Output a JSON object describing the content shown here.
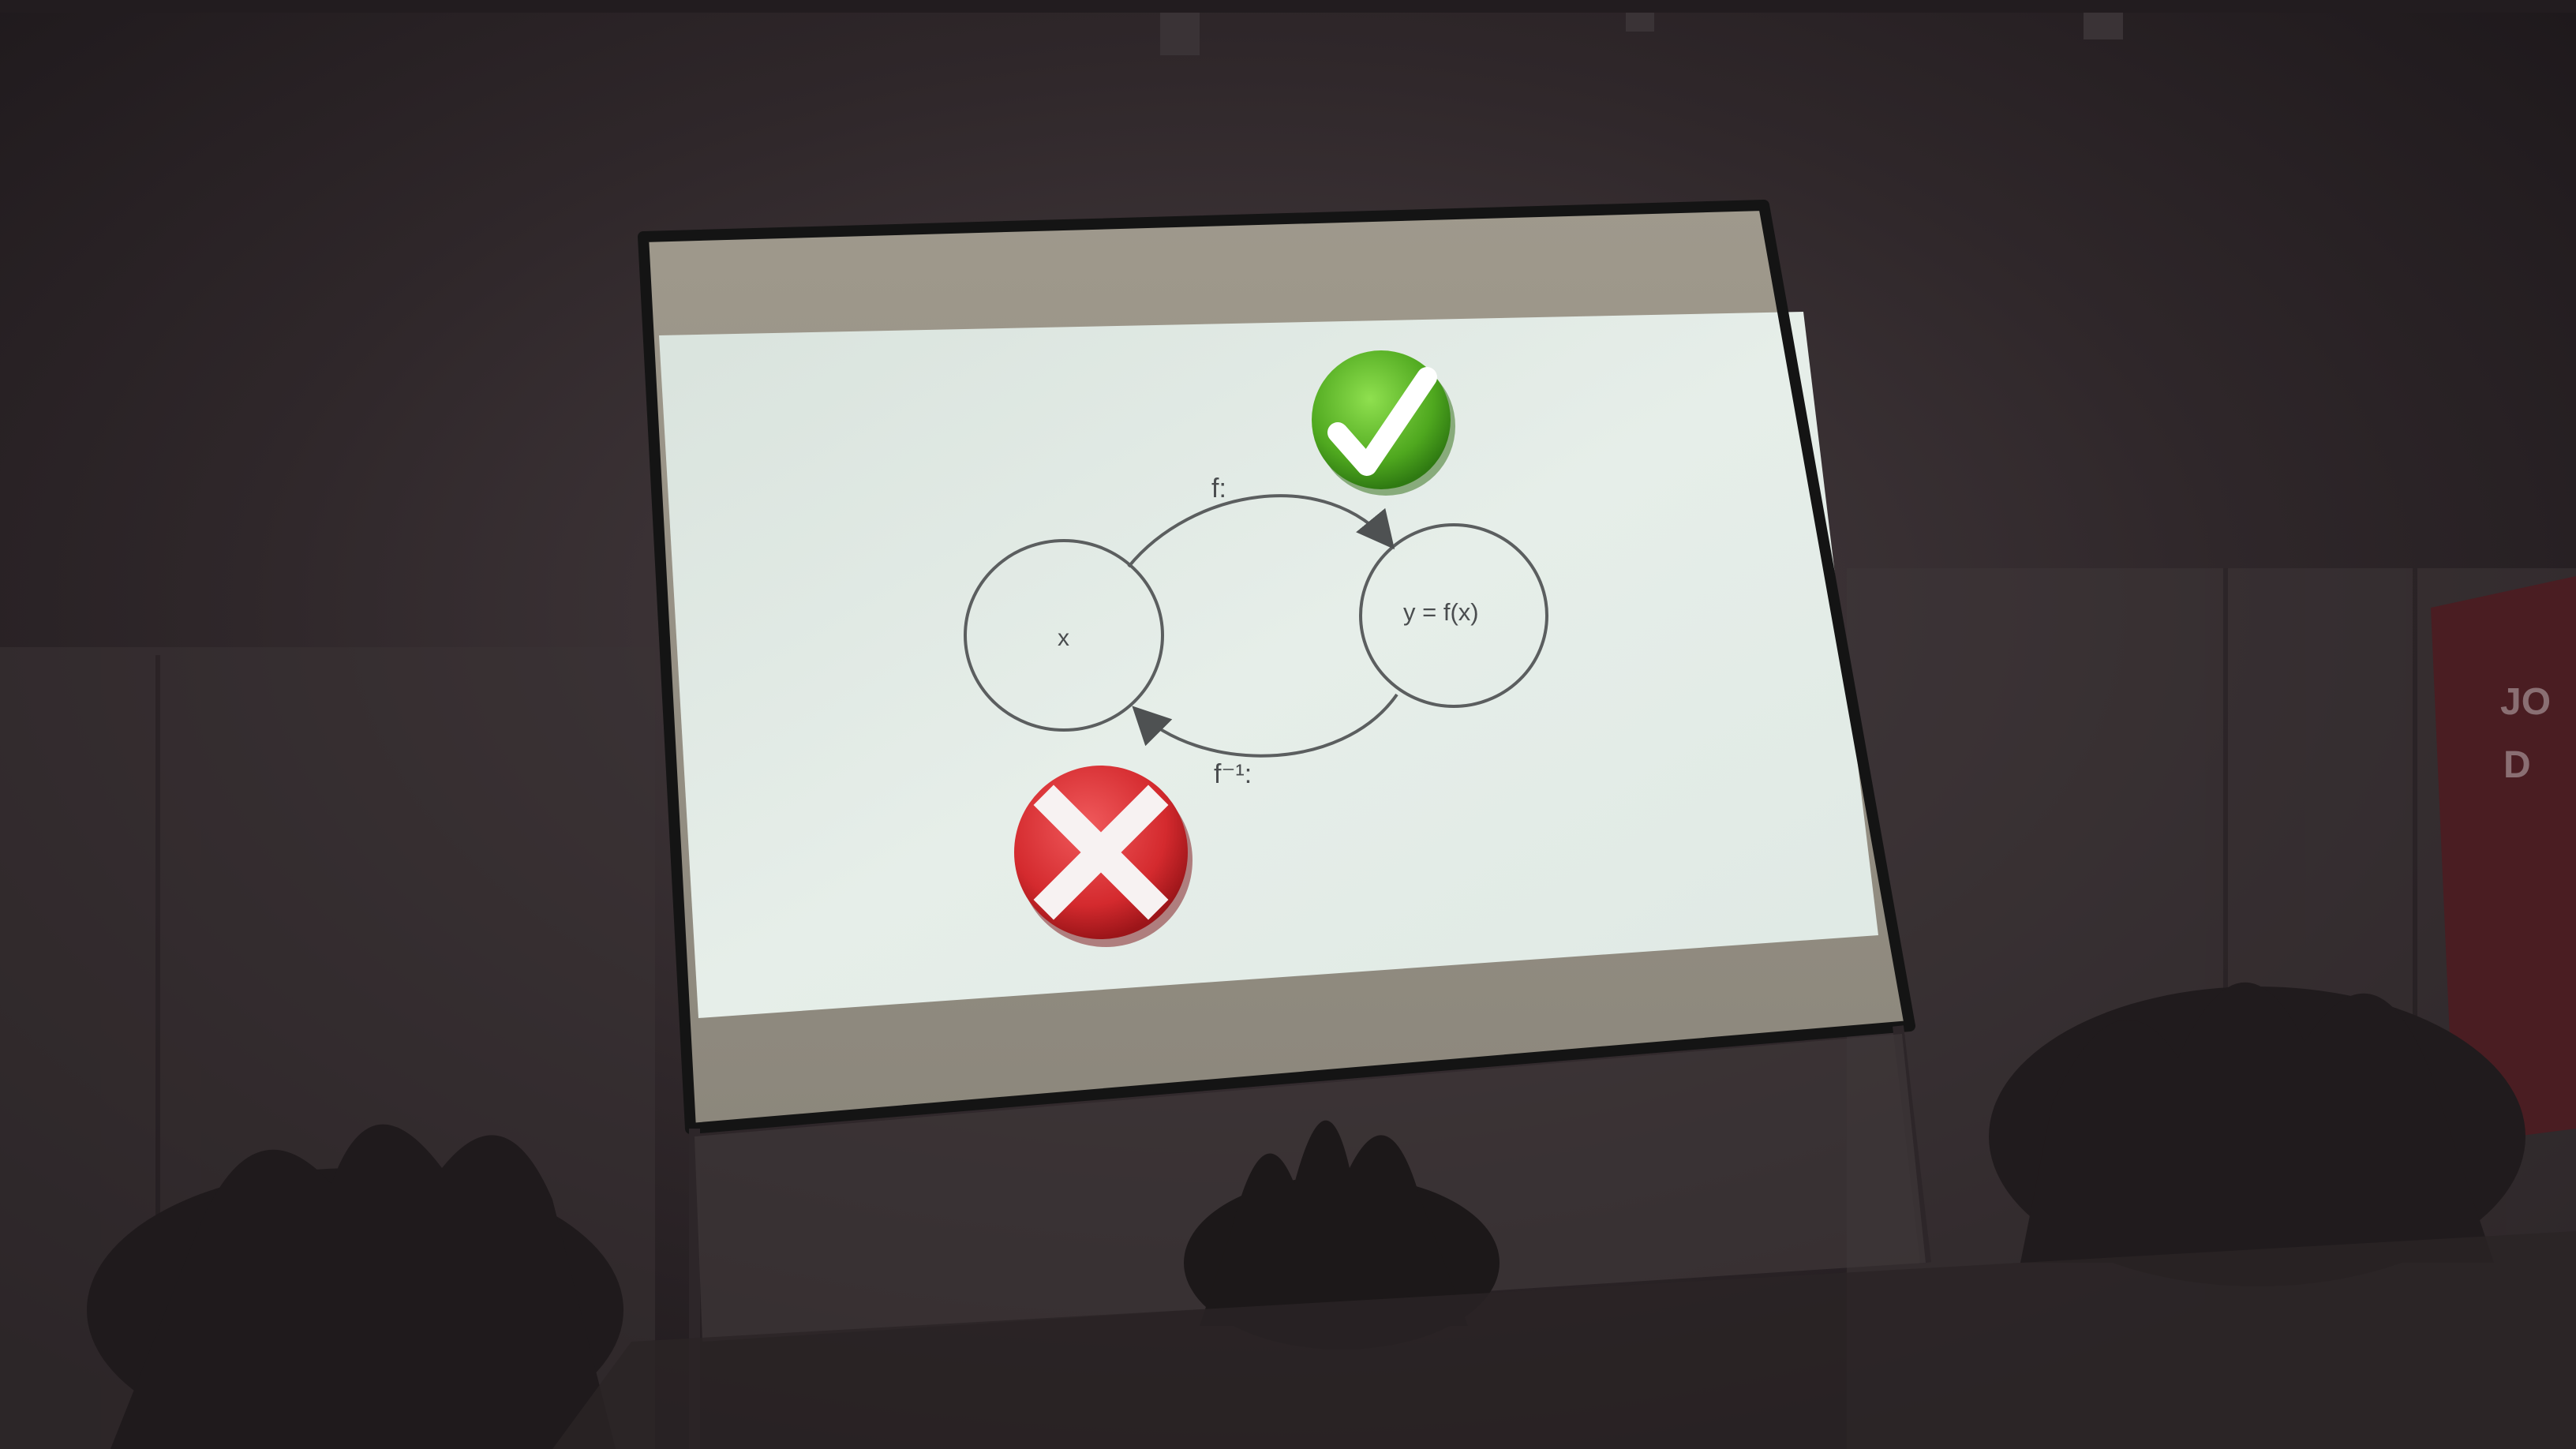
{
  "slide": {
    "diagram": {
      "forward_arrow_label": "f:",
      "inverse_arrow_label": "f⁻¹:",
      "domain_node_label": "x",
      "codomain_node_label": "y = f(x)"
    },
    "icons": {
      "correct_icon": "green-checkmark-icon",
      "wrong_icon": "red-x-icon"
    }
  },
  "wall_sign": {
    "line1": "JO",
    "line2": "D"
  },
  "colors": {
    "room_background": "#2a2226",
    "wall_panel": "#3b3335",
    "screen_bezel": "#a09a8c",
    "screen_frame": "#141414",
    "slide_background": "#e3ebe6",
    "diagram_stroke": "#5b5e5f",
    "check_green": "#5fb52a",
    "x_red": "#d42a2e",
    "sign_maroon": "#4a1d22"
  }
}
